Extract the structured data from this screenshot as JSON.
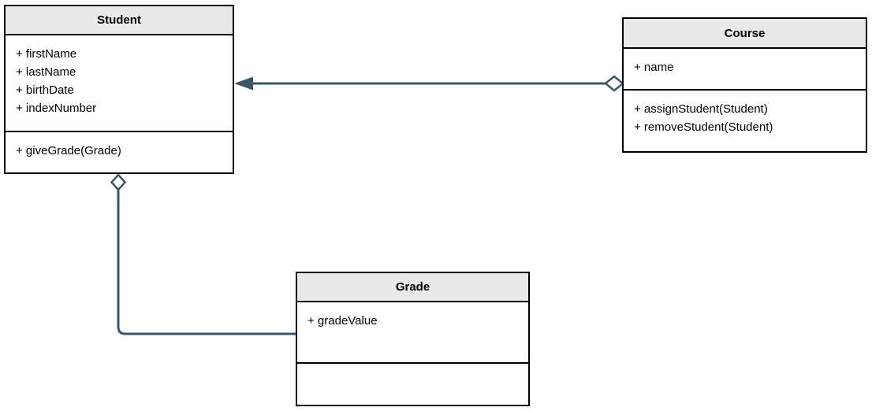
{
  "diagram": {
    "type": "uml-class-diagram",
    "classes": [
      {
        "name": "Student",
        "attributes": [
          "+ firstName",
          "+ lastName",
          "+ birthDate",
          "+ indexNumber"
        ],
        "methods": [
          "+ giveGrade(Grade)"
        ]
      },
      {
        "name": "Course",
        "attributes": [
          "+ name"
        ],
        "methods": [
          "+ assignStudent(Student)",
          "+ removeStudent(Student)"
        ]
      },
      {
        "name": "Grade",
        "attributes": [
          "+ gradeValue"
        ],
        "methods": []
      }
    ],
    "relationships": [
      {
        "from": "Course",
        "to": "Student",
        "type": "aggregation",
        "diamond_end": "Course",
        "arrow_end": "Student",
        "diamond_style": "hollow",
        "arrow_style": "solid-triangle"
      },
      {
        "from": "Student",
        "to": "Grade",
        "type": "aggregation",
        "diamond_end": "Student",
        "arrow_end": "none",
        "diamond_style": "hollow"
      }
    ],
    "colors": {
      "connector": "#3a5765",
      "header_fill": "#e9e9e9",
      "box_border": "#000000",
      "body_fill": "#ffffff",
      "diamond_fill": "#ffffff"
    }
  }
}
